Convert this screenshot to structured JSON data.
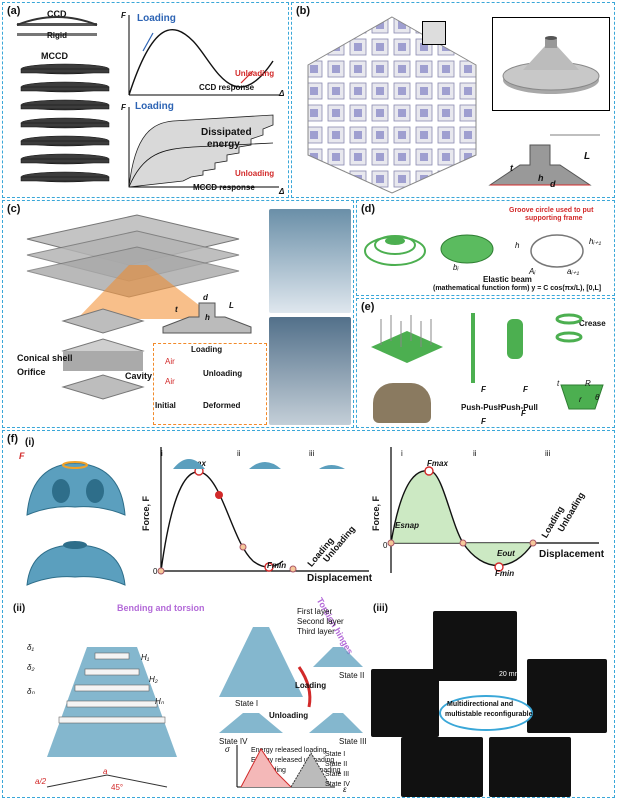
{
  "panels": {
    "a": "(a)",
    "b": "(b)",
    "c": "(c)",
    "d": "(d)",
    "e": "(e)",
    "f": "(f)"
  },
  "a": {
    "ccd": "CCD",
    "rigid": "Rigid",
    "mccd": "MCCD",
    "F": "F",
    "delta": "Δ",
    "loading": "Loading",
    "unloading": "Unloading",
    "ccd_response": "CCD response",
    "dissipated": "Dissipated",
    "energy": "energy",
    "mccd_response": "MCCD response"
  },
  "b": {
    "t": "t",
    "h": "h",
    "d": "d",
    "L": "L"
  },
  "c": {
    "conical_shell": "Conical shell",
    "orifice": "Orifice",
    "cavity": "Cavity",
    "air1": "Air",
    "air2": "Air",
    "loading": "Loading",
    "unloading": "Unloading",
    "initial": "Initial",
    "deformed": "Deformed",
    "t": "t",
    "d": "d",
    "h": "h",
    "L": "L"
  },
  "d": {
    "groove": "Groove circle used to put",
    "groove2": "supporting frame",
    "elastic": "Elastic beam",
    "formula": "(mathematical function form)  y = C cos(πx/L), [0,L]",
    "h": "h",
    "hi1": "hᵢ₊₁",
    "bi": "bᵢ",
    "Ai": "Aᵢ",
    "ai1": "aᵢ₊₁"
  },
  "e": {
    "crease": "Crease",
    "push_push": "Push-Push",
    "push_pull": "Push-Pull",
    "F1": "F",
    "F2": "F",
    "F3": "F",
    "F4": "F",
    "t": "t",
    "R": "R",
    "r": "r",
    "theta": "θ"
  },
  "fi": {
    "label": "(i)",
    "F": "F",
    "ylabel": "Force, F",
    "xlabel": "Displacement",
    "fmax": "Fmax",
    "fmin": "Fmin",
    "i": "i",
    "ii": "ii",
    "iii": "iii",
    "zero": "0",
    "loading": "Loading",
    "unloading": "Unloading",
    "ylabel2": "Force, F",
    "xlabel2": "Displacement",
    "fmax2": "Fmax",
    "fmin2": "Fmin",
    "esnap": "Esnap",
    "eout": "Eout",
    "i2": "i",
    "ii2": "ii",
    "iii2": "iii",
    "zero2": "0",
    "loading2": "Loading",
    "unloading2": "Unloading"
  },
  "fii": {
    "label": "(ii)",
    "bending": "Bending and torsion",
    "torsion": "Torsion hinges",
    "first": "First layer",
    "second": "Second layer",
    "third": "Third layer",
    "state1": "State I",
    "state2": "State II",
    "state3": "State III",
    "state4": "State IV",
    "loading": "Loading",
    "unloading": "Unloading",
    "erl": "Energy released loading",
    "eru": "Energy released unloading",
    "leg_loading": "Loading",
    "leg_unloading": "Unloading",
    "s1": "State I",
    "s2": "State II",
    "s3": "State III",
    "s4": "State IV",
    "sigma": "σ",
    "eps": "ε",
    "H1": "H₁",
    "H2": "H₂",
    "Hn": "Hₙ",
    "a2": "a/2",
    "a": "a",
    "deg": "45°",
    "d1": "δ₁",
    "d2": "δ₂",
    "dn": "δₙ"
  },
  "fiii": {
    "label": "(iii)",
    "bubble1": "Multidirectional and",
    "bubble2": "multistable reconfigurable",
    "scale": "20 mm"
  },
  "colors": {
    "border": "#3aa7d8",
    "accent_blue": "#2d64b4",
    "accent_red": "#d22a2a",
    "teal": "#5b9fbe"
  }
}
